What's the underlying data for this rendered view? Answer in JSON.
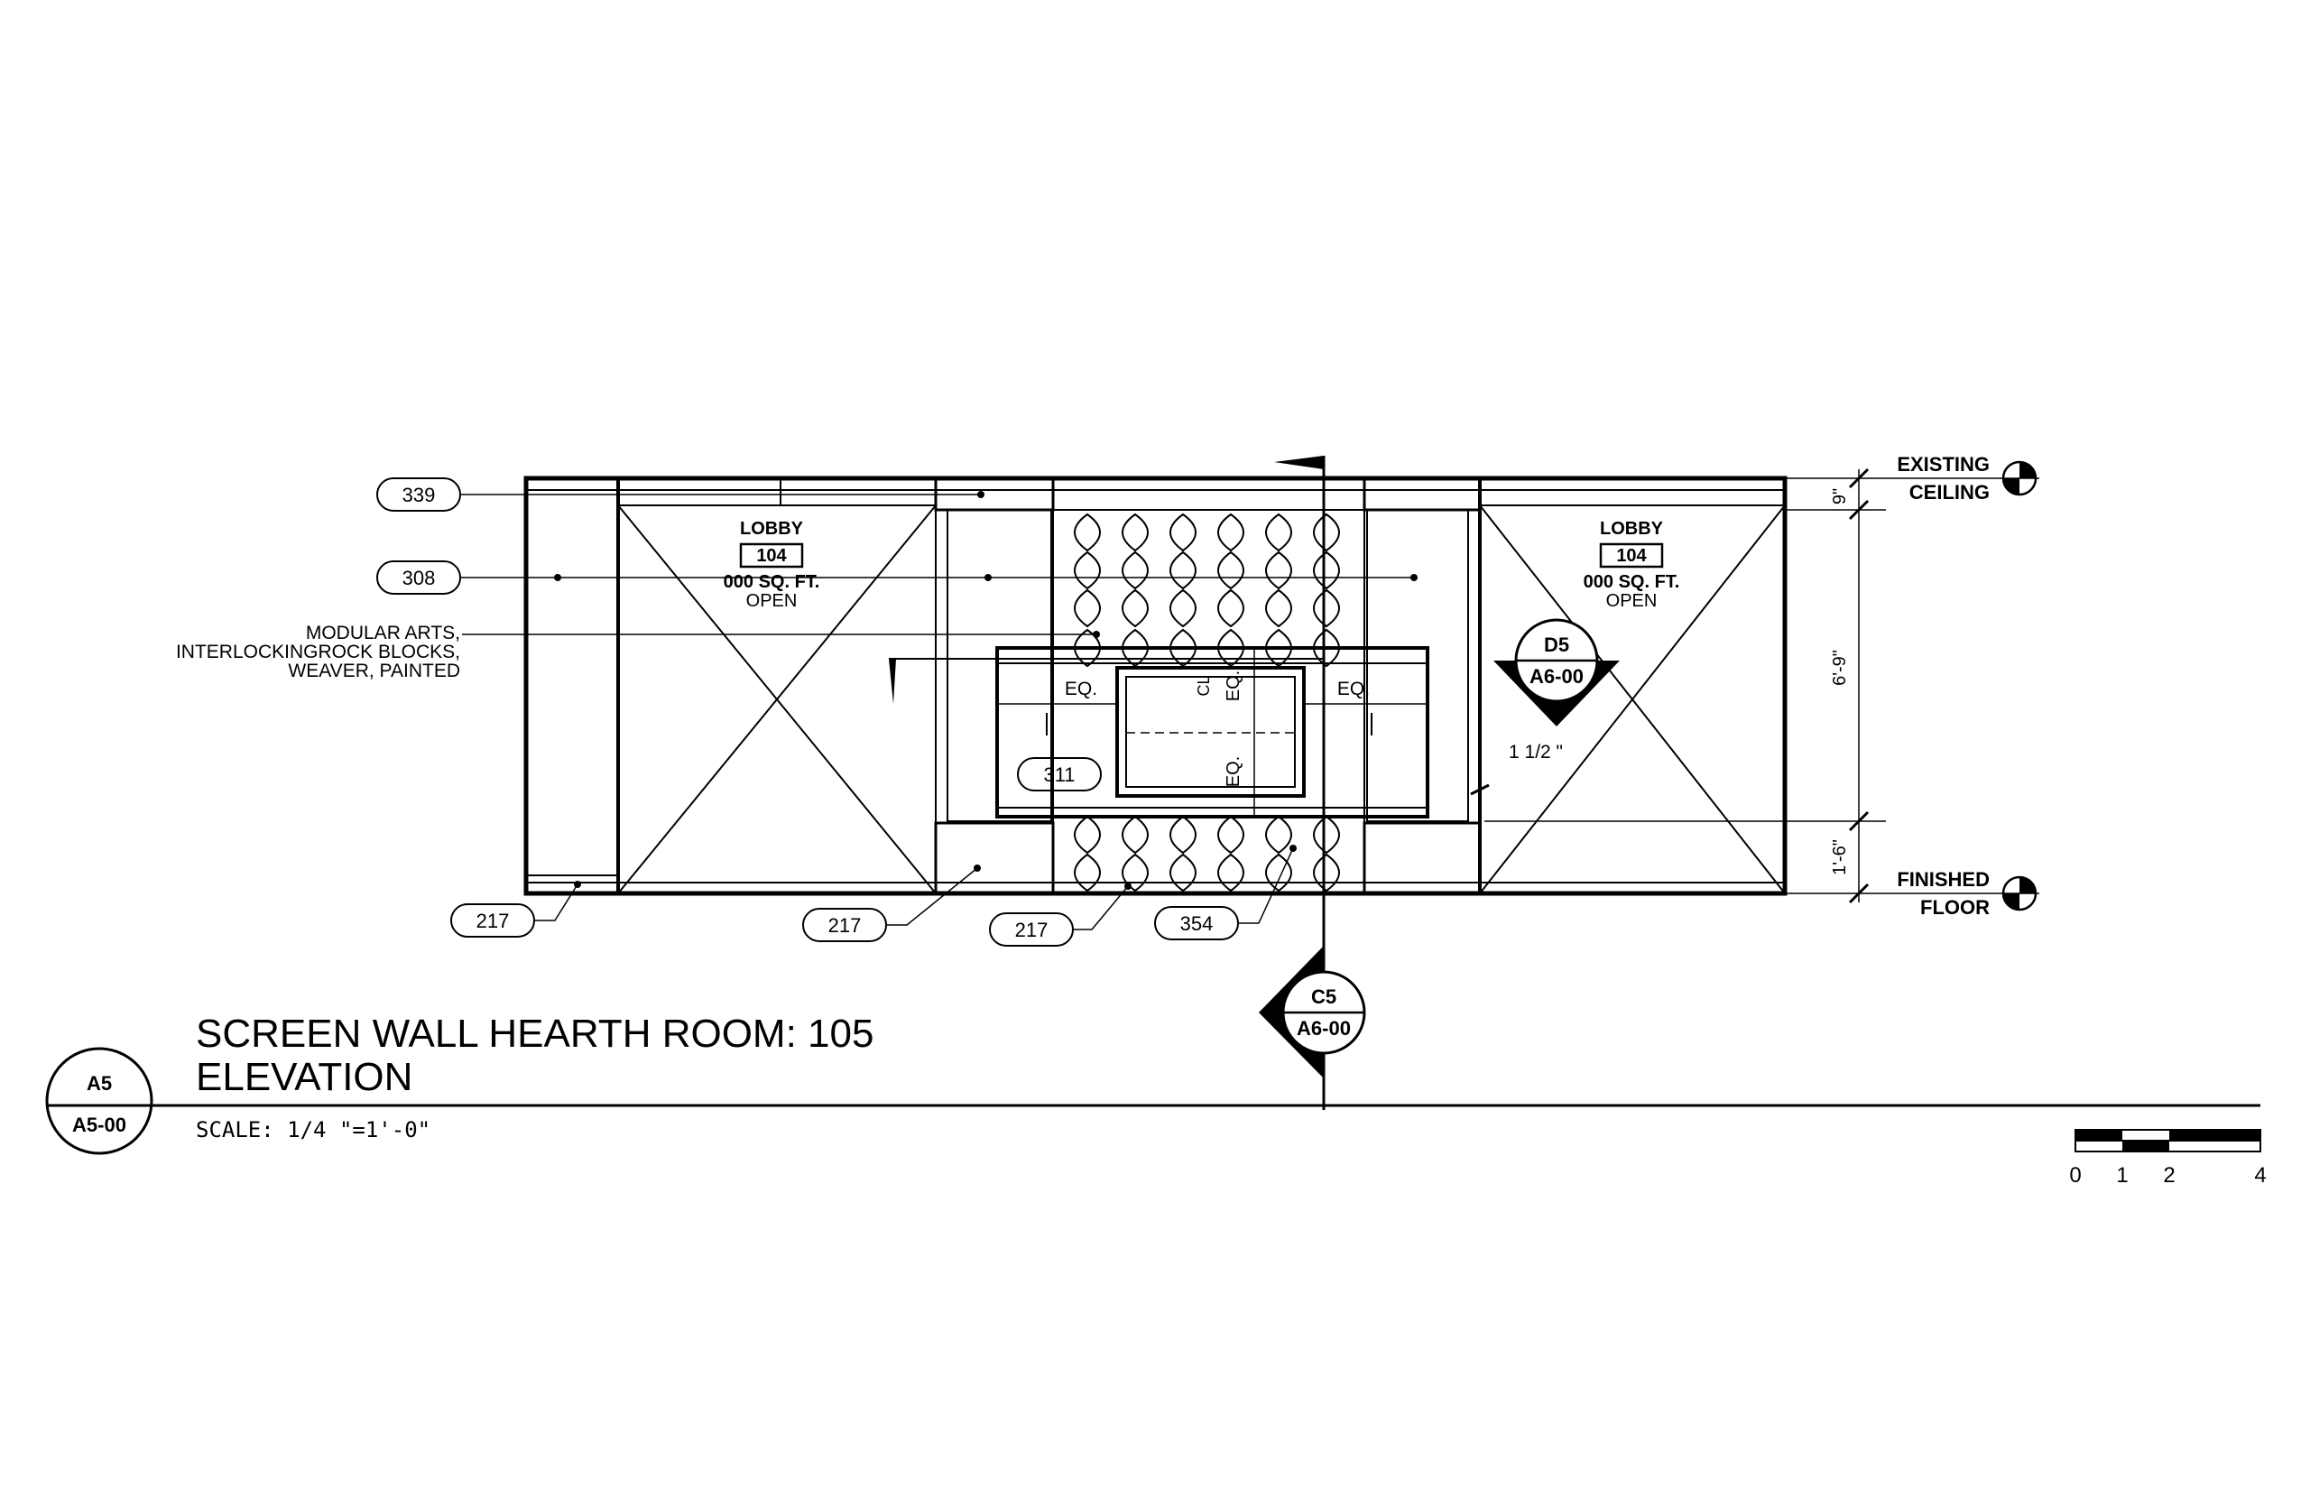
{
  "title": {
    "line1": "SCREEN WALL HEARTH ROOM: 105",
    "line2": "ELEVATION",
    "scale": "SCALE: 1/4 \"=1'-0\""
  },
  "view_ref": {
    "detail": "A5",
    "sheet": "A5-00"
  },
  "rooms": [
    {
      "name": "LOBBY",
      "number": "104",
      "area": "000 SQ. FT.",
      "status": "OPEN"
    },
    {
      "name": "LOBBY",
      "number": "104",
      "area": "000 SQ. FT.",
      "status": "OPEN"
    }
  ],
  "material_note": [
    "MODULAR ARTS,",
    "INTERLOCKINGROCK BLOCKS,",
    "WEAVER, PAINTED"
  ],
  "keynotes": {
    "k339": "339",
    "k308": "308",
    "k311": "311",
    "k217a": "217",
    "k217b": "217",
    "k217c": "217",
    "k354": "354"
  },
  "section_refs": {
    "d5": {
      "detail": "D5",
      "sheet": "A6-00"
    },
    "c5": {
      "detail": "C5",
      "sheet": "A6-00"
    }
  },
  "levels": {
    "ceiling": [
      "EXISTING",
      "CEILING"
    ],
    "floor": [
      "FINISHED",
      "FLOOR"
    ]
  },
  "dimensions": {
    "top": "9\"",
    "middle": "6'-9\"",
    "bottom": "1'-6\"",
    "offset": "1 1/2 \"",
    "eq": "EQ.",
    "eq_vertical": "EQ.",
    "centerline": "CL"
  },
  "scale_bar": {
    "labels": [
      "0",
      "1",
      "2",
      "4"
    ]
  }
}
